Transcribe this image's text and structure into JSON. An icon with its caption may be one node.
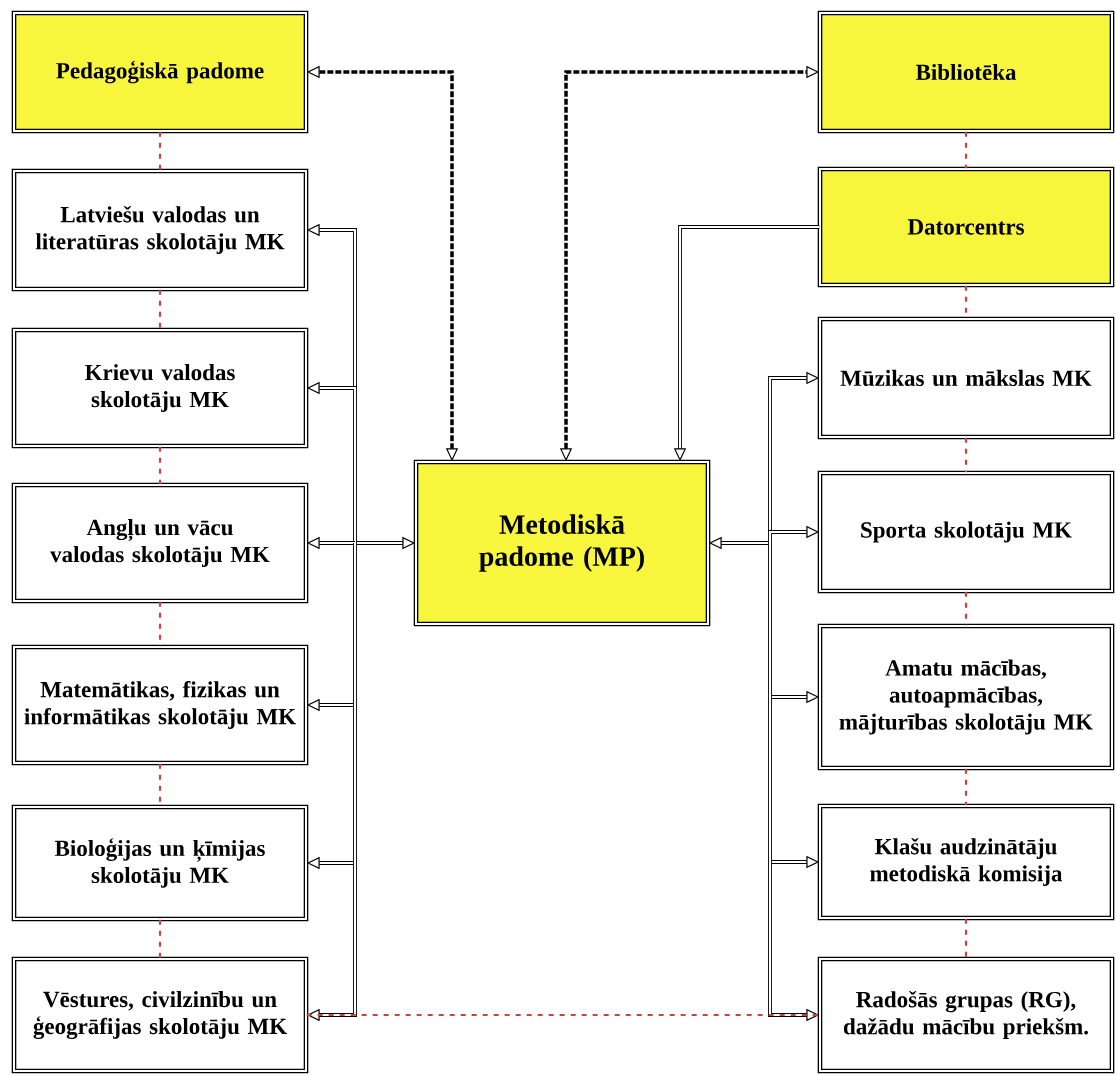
{
  "diagram": {
    "nodes": [
      {
        "text": [
          "Pedagoģiskā padome"
        ]
      },
      {
        "text": [
          "Latviešu valodas un literatūras skolotāju MK"
        ]
      },
      {
        "text": [
          "Krievu valodas skolotāju MK"
        ]
      },
      {
        "text": [
          "Angļu un vācu valodas skolotāju MK"
        ]
      },
      {
        "text": [
          "Matemātikas, fizikas un informātikas skolotāju MK"
        ]
      },
      {
        "text": [
          "Bioloģijas un ķīmijas skolotāju MK"
        ]
      },
      {
        "text": [
          "Vēstures, civilzinību un ģeogrāfijas skolotāju MK"
        ]
      },
      {
        "text": [
          "Metodiskā padome (MP)"
        ]
      },
      {
        "text": [
          "Bibliotēka"
        ]
      },
      {
        "text": [
          "Datorcentrs"
        ]
      },
      {
        "text": [
          "Mūzikas un mākslas MK"
        ]
      },
      {
        "text": [
          "Sporta skolotāju MK"
        ]
      },
      {
        "text": [
          "Amatu mācības, autoapmācības, mājturības skolotāju MK"
        ]
      },
      {
        "text": [
          "Klašu audzinātāju metodiskā komisija"
        ]
      },
      {
        "text": [
          "Radošās grupas (RG), dažādu mācību priekšm."
        ]
      }
    ],
    "edges": [
      {
        "from": 0,
        "to": 7,
        "arrow": "both",
        "style": "dashed"
      },
      {
        "from": 7,
        "to": 8,
        "arrow": "both",
        "style": "dashed"
      },
      {
        "from": 9,
        "to": 7,
        "arrow": "to"
      },
      {
        "from": 7,
        "to": 1,
        "arrow": "both"
      },
      {
        "from": 7,
        "to": 2,
        "arrow": "both"
      },
      {
        "from": 7,
        "to": 3,
        "arrow": "both"
      },
      {
        "from": 7,
        "to": 4,
        "arrow": "both"
      },
      {
        "from": 7,
        "to": 5,
        "arrow": "both"
      },
      {
        "from": 7,
        "to": 6,
        "arrow": "both"
      },
      {
        "from": 7,
        "to": 10,
        "arrow": "both"
      },
      {
        "from": 7,
        "to": 11,
        "arrow": "both"
      },
      {
        "from": 7,
        "to": 12,
        "arrow": "both"
      },
      {
        "from": 7,
        "to": 13,
        "arrow": "both"
      },
      {
        "from": 7,
        "to": 14,
        "arrow": "both"
      },
      {
        "from": 0,
        "to": 1,
        "arrow": "none",
        "style": "dashed",
        "color": "#d04040"
      },
      {
        "from": 1,
        "to": 2,
        "arrow": "none",
        "style": "dashed",
        "color": "#d04040"
      },
      {
        "from": 2,
        "to": 3,
        "arrow": "none",
        "style": "dashed",
        "color": "#d04040"
      },
      {
        "from": 3,
        "to": 4,
        "arrow": "none",
        "style": "dashed",
        "color": "#d04040"
      },
      {
        "from": 4,
        "to": 5,
        "arrow": "none",
        "style": "dashed",
        "color": "#d04040"
      },
      {
        "from": 5,
        "to": 6,
        "arrow": "none",
        "style": "dashed",
        "color": "#d04040"
      },
      {
        "from": 8,
        "to": 9,
        "arrow": "none",
        "style": "dashed",
        "color": "#d04040"
      },
      {
        "from": 9,
        "to": 10,
        "arrow": "none",
        "style": "dashed",
        "color": "#d04040"
      },
      {
        "from": 10,
        "to": 11,
        "arrow": "none",
        "style": "dashed",
        "color": "#d04040"
      },
      {
        "from": 11,
        "to": 12,
        "arrow": "none",
        "style": "dashed",
        "color": "#d04040"
      },
      {
        "from": 12,
        "to": 13,
        "arrow": "none",
        "style": "dashed",
        "color": "#d04040"
      },
      {
        "from": 13,
        "to": 14,
        "arrow": "none",
        "style": "dashed",
        "color": "#d04040"
      },
      {
        "from": 6,
        "to": 14,
        "arrow": "none",
        "style": "dashed",
        "color": "#d04040"
      }
    ]
  }
}
